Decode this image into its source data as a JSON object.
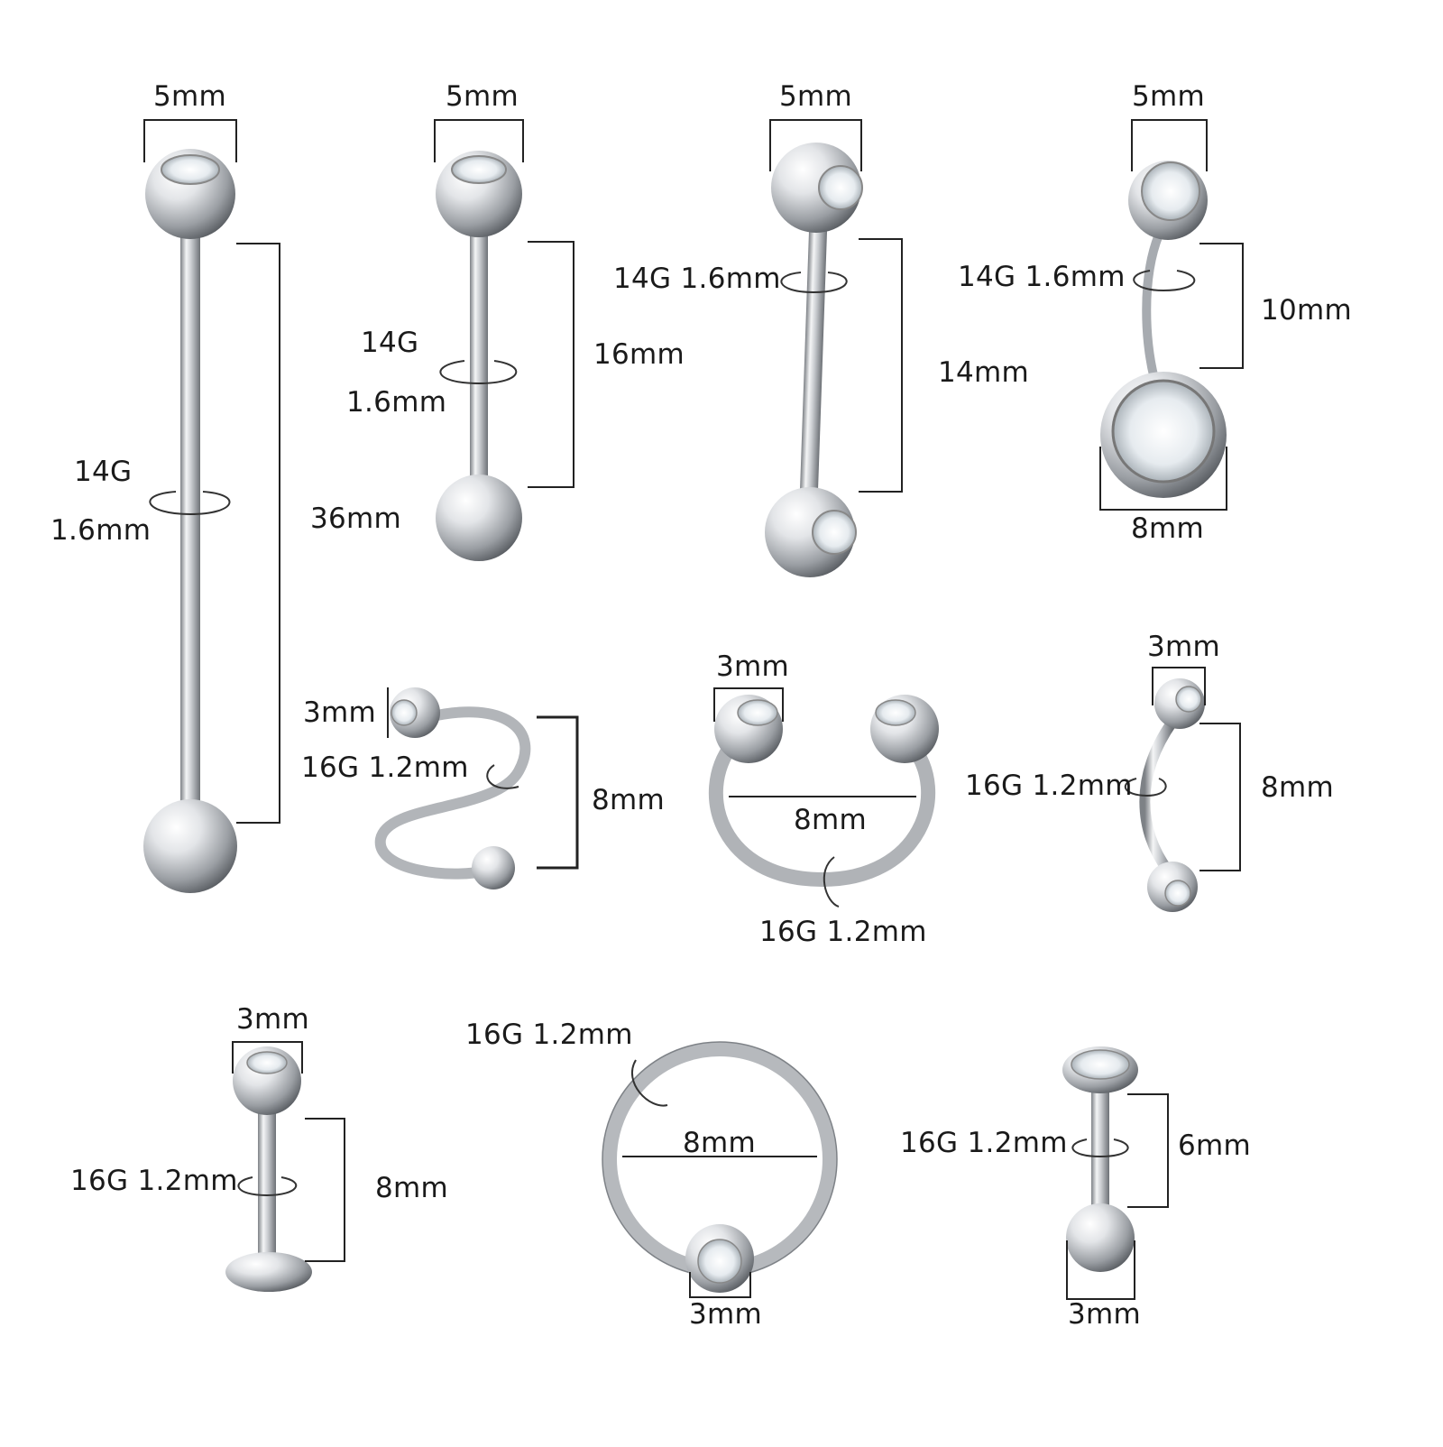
{
  "colors": {
    "metal_light": "#f7f7f7",
    "metal_mid": "#b9bcc0",
    "metal_dark": "#5f6368",
    "gem": "#eef3f7",
    "line": "#222222"
  },
  "items": [
    {
      "name": "industrial-barbell",
      "ball": "5mm",
      "gauge": "14G",
      "thickness": "1.6mm",
      "length": "36mm"
    },
    {
      "name": "tongue-barbell",
      "ball": "5mm",
      "gauge": "14G",
      "thickness": "1.6mm",
      "length": "16mm"
    },
    {
      "name": "gem-tongue-barbell",
      "ball": "5mm",
      "gauge": "14G 1.6mm",
      "length": "14mm"
    },
    {
      "name": "belly-ring",
      "ball": "5mm",
      "gauge": "14G 1.6mm",
      "length": "10mm",
      "gem": "8mm"
    },
    {
      "name": "spiral-twist",
      "ball": "3mm",
      "gauge": "16G 1.2mm",
      "length": "8mm"
    },
    {
      "name": "horseshoe-ring",
      "ball": "3mm",
      "diameter": "8mm",
      "gauge": "16G 1.2mm"
    },
    {
      "name": "eyebrow-curved-barbell",
      "ball": "3mm",
      "gauge": "16G 1.2mm",
      "length": "8mm"
    },
    {
      "name": "labret-stud",
      "ball": "3mm",
      "gauge": "16G 1.2mm",
      "length": "8mm"
    },
    {
      "name": "captive-bead-ring",
      "gauge": "16G 1.2mm",
      "diameter": "8mm",
      "ball": "3mm"
    },
    {
      "name": "tragus-barbell",
      "gauge": "16G 1.2mm",
      "length": "6mm",
      "ball": "3mm"
    }
  ]
}
